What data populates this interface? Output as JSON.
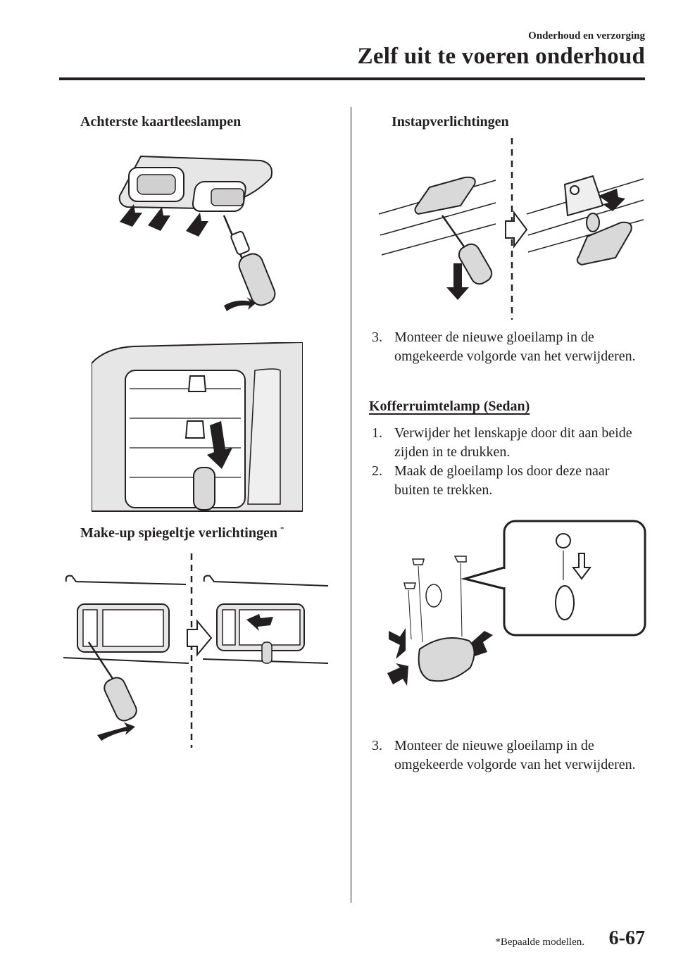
{
  "header": {
    "section": "Onderhoud en verzorging",
    "chapter": "Zelf uit te voeren onderhoud"
  },
  "left": {
    "subhead1": "Achterste kaartleeslampen",
    "subhead2": "Make-up spiegeltje verlichtingen",
    "subhead2_mark": "*"
  },
  "right": {
    "subhead1": "Instapverlichtingen",
    "step3a": {
      "num": "3.",
      "text": "Monteer de nieuwe gloeilamp in de omgekeerde volgorde van het verwijderen."
    },
    "section_title": "Kofferruimtelamp (Sedan)",
    "steps": [
      {
        "num": "1.",
        "text": "Verwijder het lenskapje door dit aan beide zijden in te drukken."
      },
      {
        "num": "2.",
        "text": "Maak de gloeilamp los door deze naar buiten te trekken."
      }
    ],
    "step3b": {
      "num": "3.",
      "text": "Monteer de nieuwe gloeilamp in de omgekeerde volgorde van het verwijderen."
    }
  },
  "footer": {
    "footnote": "*Bepaalde modellen.",
    "page": "6-67"
  }
}
